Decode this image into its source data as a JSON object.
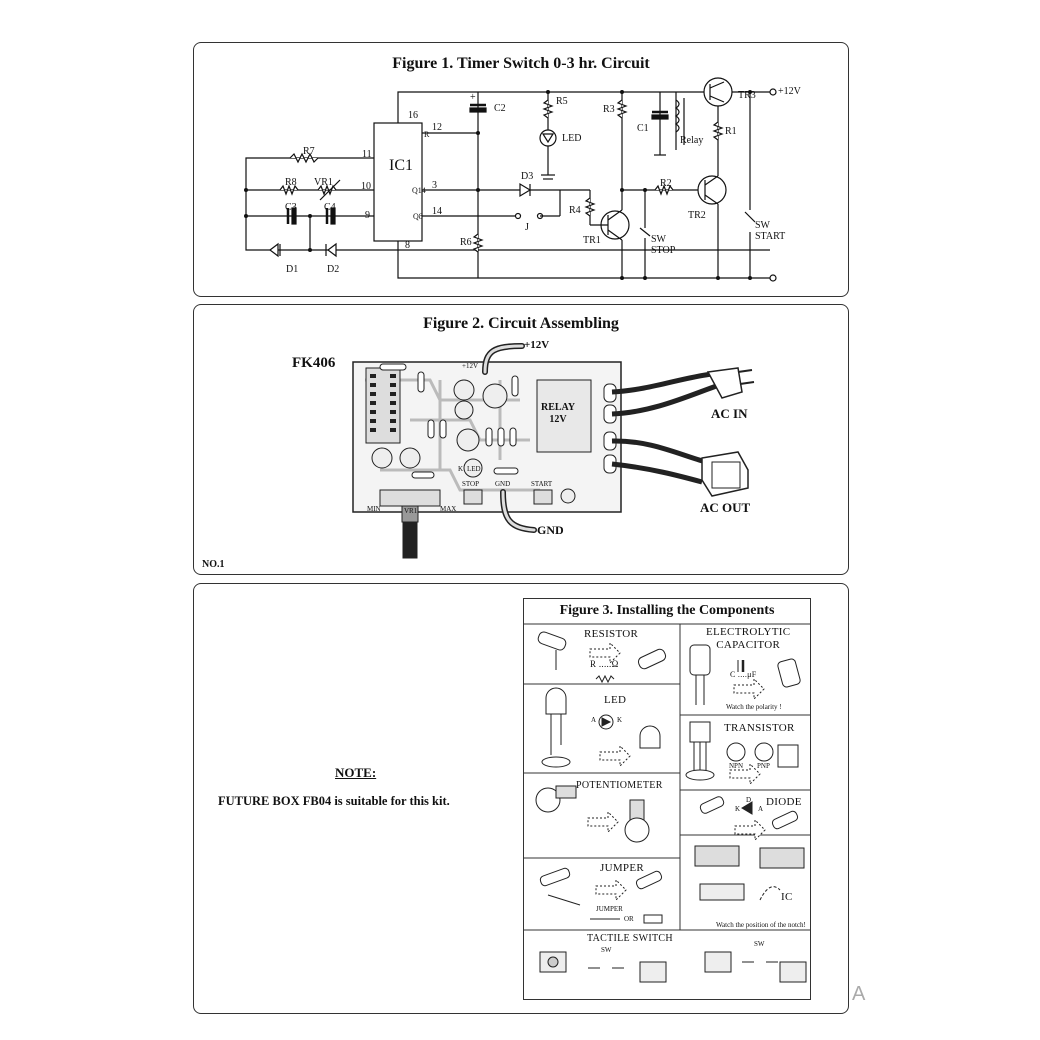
{
  "fig1": {
    "title": "Figure 1. Timer Switch 0-3 hr. Circuit",
    "ic": "IC1",
    "pins": {
      "p16": "16",
      "p12": "12",
      "pR": "R",
      "p11": "11",
      "p10": "10",
      "pQ14": "Q14",
      "p3": "3",
      "p9": "9",
      "pQ8": "Q8",
      "p14": "14",
      "p8": "8"
    },
    "parts": {
      "r7": "R7",
      "r8": "R8",
      "vr1": "VR1",
      "c3": "C3",
      "c4": "C4",
      "d1": "D1",
      "d2": "D2",
      "c2": "C2",
      "r5": "R5",
      "led": "LED",
      "r6": "R6",
      "d3": "D3",
      "j": "J",
      "r4": "R4",
      "tr1": "TR1",
      "r3": "R3",
      "c1": "C1",
      "relay": "Relay",
      "tr3": "TR3",
      "r1": "R1",
      "r2": "R2",
      "tr2": "TR2",
      "sw_stop": "SW\nSTOP",
      "sw_start": "SW\nSTART",
      "v12": "+12V",
      "plus": "+"
    }
  },
  "fig2": {
    "title": "Figure 2. Circuit Assembling",
    "model": "FK406",
    "v12": "+12V",
    "relay": "RELAY\n12V",
    "ac_in": "AC IN",
    "ac_out": "AC OUT",
    "gnd": "GND",
    "board_labels": {
      "stop": "STOP",
      "start": "START",
      "vr1": "VR1",
      "min": "MIN",
      "max": "MAX",
      "led": "LED",
      "k": "K",
      "gnd": "GND",
      "v12": "+12V"
    },
    "page_no": "NO.1"
  },
  "note": {
    "heading": "NOTE:",
    "text": "FUTURE BOX FB04 is suitable for this kit."
  },
  "fig3": {
    "title": "Figure 3. Installing the Components",
    "resistor": "RESISTOR",
    "resistor_sym": "R .....Ω",
    "electrolytic": "ELECTROLYTIC\nCAPACITOR",
    "cap_sym": "C ....μF",
    "watch_polarity": "Watch the polarity !",
    "led": "LED",
    "led_a": "A",
    "led_k": "K",
    "transistor": "TRANSISTOR",
    "npn": "NPN",
    "pnp": "PNP",
    "potentiometer": "POTENTIOMETER",
    "diode": "DIODE",
    "diode_d": "D",
    "diode_a": "A",
    "diode_k": "K",
    "jumper": "JUMPER",
    "jumper_sub": "JUMPER",
    "or": "OR",
    "ic": "IC",
    "watch_notch": "Watch the position of the notch!",
    "tactile": "TACTILE SWITCH",
    "sw": "SW"
  },
  "watermark": "A"
}
